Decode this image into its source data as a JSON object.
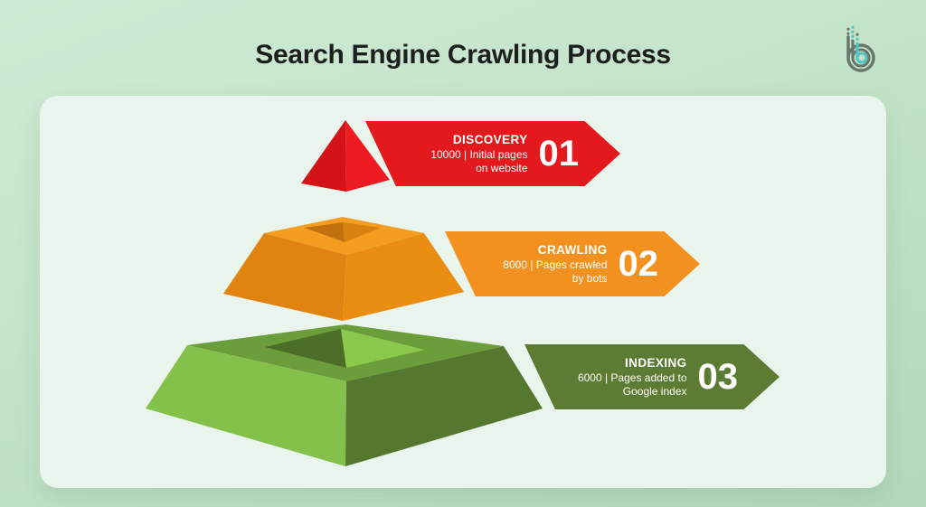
{
  "page": {
    "title": "Search Engine Crawling Process",
    "background": "#c3e3c9",
    "card_background": "#e9f5ec"
  },
  "logo": {
    "name": "brand-b-logo",
    "gray": "#68776d",
    "teal": "#4fc4c0"
  },
  "steps": [
    {
      "number": "01",
      "label": "DISCOVERY",
      "value": 10000,
      "value_line": "10000 | Initial pages",
      "wrap_line": "on website",
      "colors": {
        "banner": "#e4191e",
        "face_left": "#d31318",
        "face_right": "#ec1c22"
      }
    },
    {
      "number": "02",
      "label": "CRAWLING",
      "value": 8000,
      "value_line": "8000 | Pages crawled",
      "wrap_line": "by bots",
      "colors": {
        "banner": "#f39120",
        "top": "#f59d20",
        "face_left": "#e08310",
        "face_right": "#e98d13",
        "hole_dark": "#c2700d",
        "hole_light": "#d8820f"
      }
    },
    {
      "number": "03",
      "label": "INDEXING",
      "value": 6000,
      "value_line": "6000 | Pages added to",
      "wrap_line": "Google index",
      "colors": {
        "banner": "#5d7c33",
        "top": "#6b9d3a",
        "face_left": "#84c14a",
        "face_right": "#55772e",
        "hole_dark": "#4c6e28",
        "hole_light": "#8bc94c"
      }
    }
  ]
}
